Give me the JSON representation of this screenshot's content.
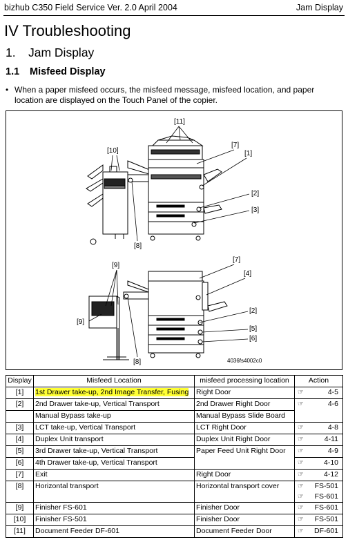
{
  "header": {
    "left": "bizhub C350 Field Service Ver. 2.0 April 2004",
    "right": "Jam Display"
  },
  "title_main": "IV Troubleshooting",
  "section": {
    "num": "1.",
    "title": "Jam Display"
  },
  "subsection": {
    "num": "1.1",
    "title": "Misfeed Display"
  },
  "bullet": "When a paper misfeed occurs, the misfeed message, misfeed location, and paper location are displayed on the Touch Panel of the copier.",
  "figure": {
    "callouts_top": [
      "[11]",
      "[10]",
      "[7]",
      "[1]",
      "[2]",
      "[3]",
      "[8]"
    ],
    "callouts_bottom": [
      "[9]",
      "[7]",
      "[4]",
      "[9]",
      "[2]",
      "[5]",
      "[6]",
      "[8]"
    ],
    "code": "4036fs4002c0"
  },
  "table": {
    "headers": [
      "Display",
      "Misfeed Location",
      "misfeed processing location",
      "Action"
    ],
    "action_icon": "hand-pointer-icon",
    "rows": [
      {
        "display": "[1]",
        "location": "1st Drawer take-up, 2nd Image Transfer, Fusing",
        "processing": "Right Door",
        "action": [
          "4-5"
        ],
        "highlight": true
      },
      {
        "display": "[2]",
        "location": "2nd Drawer take-up, Vertical Transport",
        "processing": "2nd Drawer Right Door",
        "action": [
          "4-6"
        ]
      },
      {
        "display": "",
        "location": "Manual Bypass take-up",
        "processing": "Manual Bypass Slide Board",
        "action": []
      },
      {
        "display": "[3]",
        "location": "LCT take-up, Vertical Transport",
        "processing": "LCT Right Door",
        "action": [
          "4-8"
        ]
      },
      {
        "display": "[4]",
        "location": "Duplex Unit transport",
        "processing": "Duplex Unit Right Door",
        "action": [
          "4-11"
        ]
      },
      {
        "display": "[5]",
        "location": "3rd Drawer take-up, Vertical Transport",
        "processing": "Paper Feed Unit Right Door",
        "action": [
          "4-9"
        ]
      },
      {
        "display": "[6]",
        "location": "4th Drawer take-up, Vertical Transport",
        "processing": "",
        "action": [
          "4-10"
        ]
      },
      {
        "display": "[7]",
        "location": "Exit",
        "processing": "Right Door",
        "action": [
          "4-12"
        ]
      },
      {
        "display": "[8]",
        "location": "Horizontal transport",
        "processing": "Horizontal transport cover",
        "action": [
          "FS-501",
          "FS-601"
        ]
      },
      {
        "display": "[9]",
        "location": "Finisher FS-601",
        "processing": "Finisher Door",
        "action": [
          "FS-601"
        ]
      },
      {
        "display": "[10]",
        "location": "Finisher FS-501",
        "processing": "Finisher Door",
        "action": [
          "FS-501"
        ]
      },
      {
        "display": "[11]",
        "location": "Document Feeder DF-601",
        "processing": "Document Feeder Door",
        "action": [
          "DF-601"
        ]
      }
    ]
  }
}
